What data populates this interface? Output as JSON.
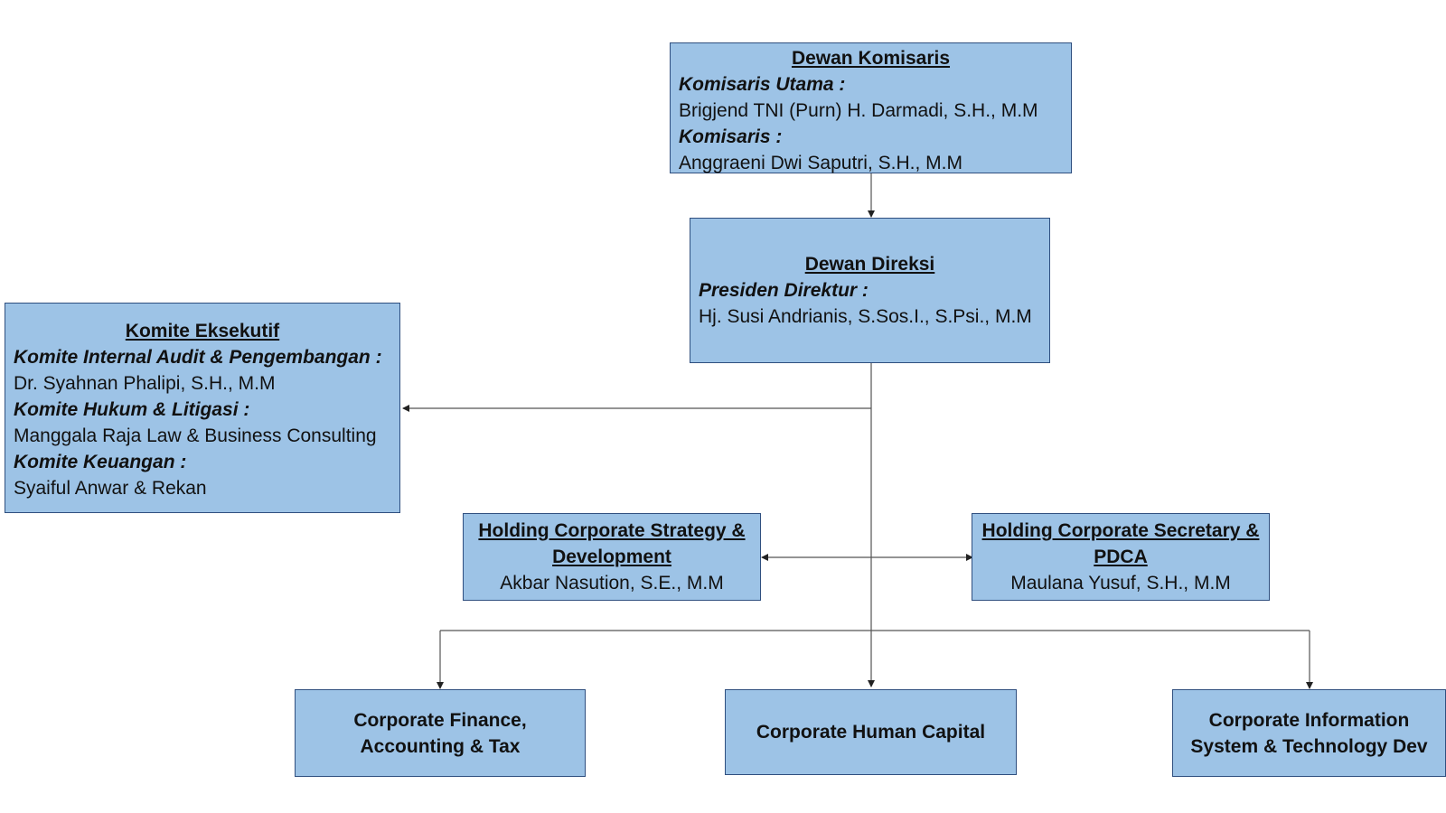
{
  "dewan_komisaris": {
    "title": "Dewan Komisaris",
    "role1": "Komisaris Utama :",
    "name1": "Brigjend TNI (Purn) H. Darmadi, S.H., M.M",
    "role2": "Komisaris :",
    "name2": "Anggraeni Dwi Saputri, S.H., M.M"
  },
  "dewan_direksi": {
    "title": "Dewan Direksi",
    "role1": "Presiden Direktur :",
    "name1": "Hj. Susi Andrianis, S.Sos.I., S.Psi., M.M"
  },
  "komite_eksekutif": {
    "title": "Komite Eksekutif",
    "role1": "Komite Internal Audit & Pengembangan :",
    "name1": "Dr. Syahnan Phalipi, S.H., M.M",
    "role2": "Komite Hukum & Litigasi :",
    "name2": "Manggala Raja Law & Business Consulting",
    "role3": "Komite Keuangan :",
    "name3": "Syaiful Anwar & Rekan"
  },
  "strategy": {
    "title_line1": "Holding Corporate Strategy &",
    "title_line2": "Development",
    "name": "Akbar Nasution, S.E., M.M"
  },
  "secretary": {
    "title_line1": "Holding Corporate Secretary &",
    "title_line2": "PDCA",
    "name": "Maulana Yusuf, S.H., M.M"
  },
  "finance": {
    "line1": "Corporate Finance,",
    "line2": "Accounting & Tax"
  },
  "hc": {
    "line1": "Corporate Human Capital"
  },
  "it": {
    "line1": "Corporate Information",
    "line2": "System & Technology Dev"
  },
  "colors": {
    "box_fill": "#9dc3e6",
    "box_border": "#2f4f7f",
    "line": "#555555"
  }
}
